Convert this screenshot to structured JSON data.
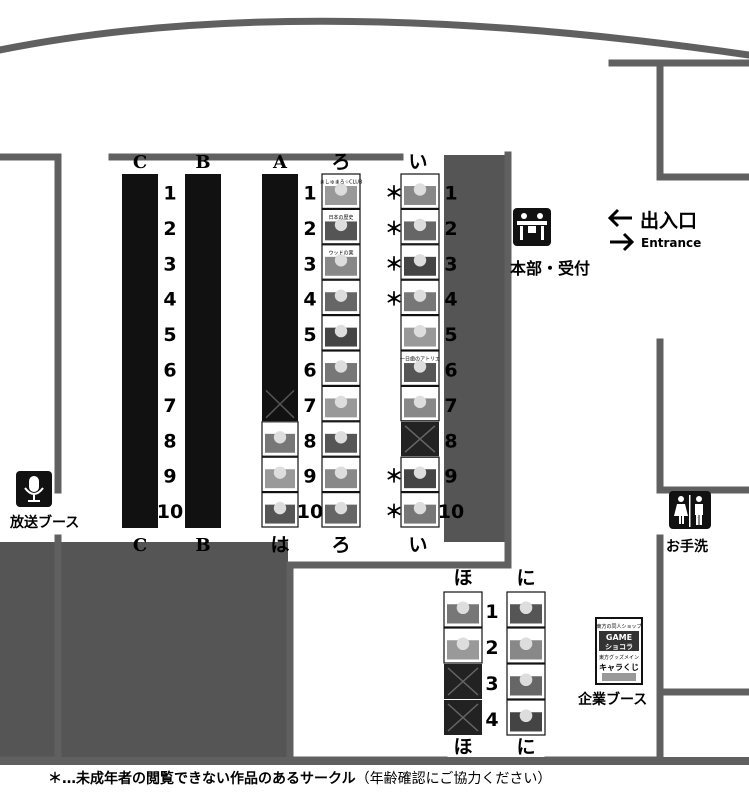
{
  "columns": {
    "C": {
      "top": "C",
      "bottom": "C"
    },
    "B": {
      "top": "B",
      "bottom": "B"
    },
    "A": {
      "top": "A",
      "bottom": "は"
    },
    "ro": {
      "top": "ろ",
      "bottom": "ろ"
    },
    "i": {
      "top": "い",
      "bottom": "い"
    },
    "ho": {
      "top": "ほ",
      "bottom": "ほ"
    },
    "ni": {
      "top": "に",
      "bottom": "に"
    }
  },
  "numbers_ten": [
    "1",
    "2",
    "3",
    "4",
    "5",
    "6",
    "7",
    "8",
    "9",
    "10"
  ],
  "numbers_four": [
    "1",
    "2",
    "3",
    "4"
  ],
  "adult_mark": "＊",
  "adult_rows_i": [
    1,
    2,
    3,
    4,
    9,
    10
  ],
  "facilities": {
    "headquarters": "本部・受付",
    "entrance_jp": "出入口",
    "entrance_en": "Entrance",
    "broadcast": "放送ブース",
    "restroom": "お手洗",
    "corporate": "企業ブース"
  },
  "poster": {
    "line1": "東方の同人ショップ",
    "brand_top": "GAME",
    "brand_bottom": "ショコラ",
    "line2": "東方グッズメイン",
    "line3": "キャラくじ"
  },
  "booth_thumbs": {
    "ro": [
      "ましゅまろ☆CLUB",
      "日本の歴史",
      "ウッドの実",
      "",
      "",
      "",
      "",
      "",
      "",
      ""
    ],
    "i": [
      "",
      "",
      "",
      "",
      "",
      "一日歯のアトリエ",
      "",
      "",
      "",
      ""
    ]
  },
  "legend": {
    "main": "＊…未成年者の閲覧できない作品のあるサークル",
    "note": "（年齢確認にご協力ください）"
  },
  "colors": {
    "wall": "#606060",
    "booth": "#111111",
    "dark_area": "#555555"
  }
}
